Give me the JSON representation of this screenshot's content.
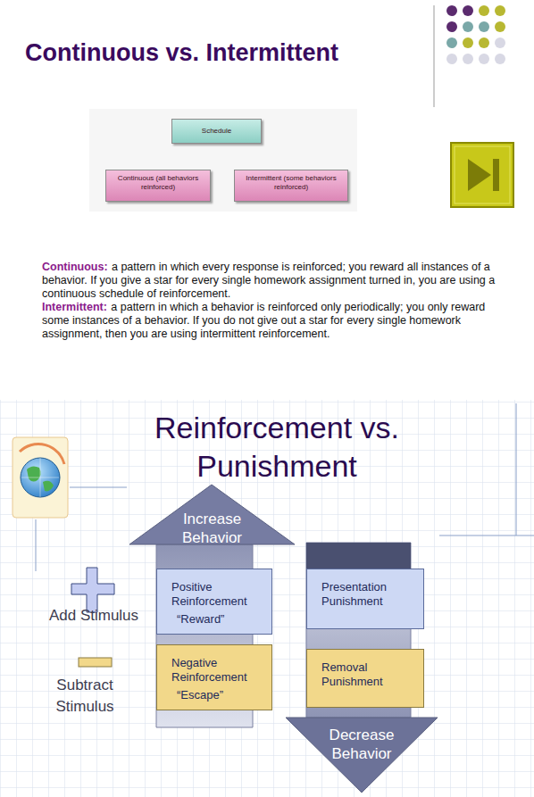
{
  "diagram": {
    "title": "Continuous vs. Intermittent",
    "nodes": [
      {
        "text": [
          "Schedule"
        ]
      },
      {
        "text": [
          "Continuous (all behaviors reinforced)"
        ]
      },
      {
        "text": [
          "Intermittent (some behaviors reinforced)"
        ]
      },
      {
        "text": [
          "Increase Behavior"
        ]
      },
      {
        "text": [
          "Positive Reinforcement",
          "“Reward”"
        ],
        "in": 3
      },
      {
        "text": [
          "Negative Reinforcement",
          "“Escape”"
        ],
        "in": 3
      },
      {
        "text": [
          "Decrease Behavior"
        ]
      },
      {
        "text": [
          "Presentation Punishment"
        ],
        "in": 6
      },
      {
        "text": [
          "Removal Punishment"
        ],
        "in": 6
      }
    ],
    "edges": [
      {
        "from": 0,
        "to": 1,
        "arrow": "none"
      },
      {
        "from": 0,
        "to": 2,
        "arrow": "none"
      }
    ],
    "labels": [
      "Continuous:",
      "a pattern in which every response is reinforced; you reward all instances of a behavior. If you give a star for every single homework assignment turned in, you are using a continuous schedule of reinforcement.",
      "Intermittent:",
      "a pattern in which a behavior is reinforced only periodically; you only reward some instances of a behavior. If you do not give out a star for every single homework assignment, then you are using intermittent reinforcement.",
      "Reinforcement vs. Punishment",
      "Add Stimulus",
      "Subtract Stimulus"
    ]
  }
}
